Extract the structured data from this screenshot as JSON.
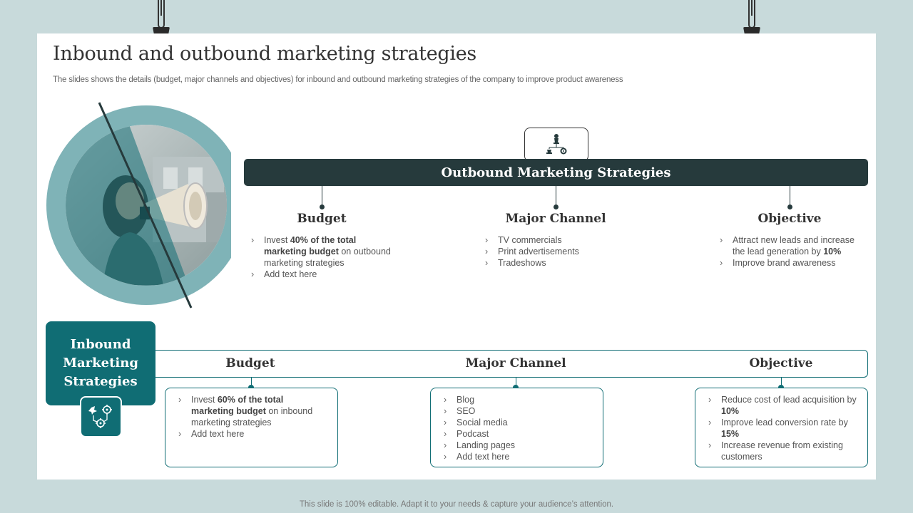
{
  "slide": {
    "title": "Inbound and outbound marketing strategies",
    "subtitle": "The slides shows the details (budget, major channels and objectives) for inbound and outbound marketing strategies of the company to improve product awareness",
    "footer": "This slide is 100% editable. Adapt it to your needs & capture your audience’s attention."
  },
  "outbound": {
    "title": "Outbound Marketing Strategies",
    "icon": "chess-strategy-icon",
    "columns": {
      "budget": {
        "heading": "Budget",
        "items": [
          {
            "pre": "Invest ",
            "bold": "40%  of the total marketing budget",
            "post": " on outbound  marketing strategies"
          },
          {
            "pre": "Add text here",
            "bold": "",
            "post": ""
          }
        ]
      },
      "channel": {
        "heading": "Major Channel",
        "items": [
          {
            "pre": "TV commercials",
            "bold": "",
            "post": ""
          },
          {
            "pre": "Print advertisements",
            "bold": "",
            "post": ""
          },
          {
            "pre": "Tradeshows",
            "bold": "",
            "post": ""
          }
        ]
      },
      "objective": {
        "heading": "Objective",
        "items": [
          {
            "pre": "Attract new leads and increase the lead generation by ",
            "bold": "10%",
            "post": ""
          },
          {
            "pre": "Improve  brand awareness",
            "bold": "",
            "post": ""
          }
        ]
      }
    }
  },
  "inbound": {
    "title": "Inbound\nMarketing\nStrategies",
    "icon": "strategy-gears-icon",
    "columns": {
      "budget": {
        "heading": "Budget",
        "items": [
          {
            "pre": "Invest ",
            "bold": "60%  of the total marketing budget",
            "post": " on inbound marketing strategies"
          },
          {
            "pre": "Add text here",
            "bold": "",
            "post": ""
          }
        ]
      },
      "channel": {
        "heading": "Major Channel",
        "items": [
          {
            "pre": "Blog",
            "bold": "",
            "post": ""
          },
          {
            "pre": "SEO",
            "bold": "",
            "post": ""
          },
          {
            "pre": "Social media",
            "bold": "",
            "post": ""
          },
          {
            "pre": "Podcast",
            "bold": "",
            "post": ""
          },
          {
            "pre": "Landing  pages",
            "bold": "",
            "post": ""
          },
          {
            "pre": "Add text here",
            "bold": "",
            "post": ""
          }
        ]
      },
      "objective": {
        "heading": "Objective",
        "items": [
          {
            "pre": "Reduce cost of lead acquisition by ",
            "bold": "10%",
            "post": ""
          },
          {
            "pre": "Improve  lead conversion  rate by ",
            "bold": "15%",
            "post": ""
          },
          {
            "pre": "Increase revenue  from existing customers",
            "bold": "",
            "post": ""
          }
        ]
      }
    }
  },
  "colors": {
    "background": "#c8dadb",
    "dark_teal": "#263a3c",
    "teal": "#106d74",
    "light_teal": "#7fb3b7"
  }
}
